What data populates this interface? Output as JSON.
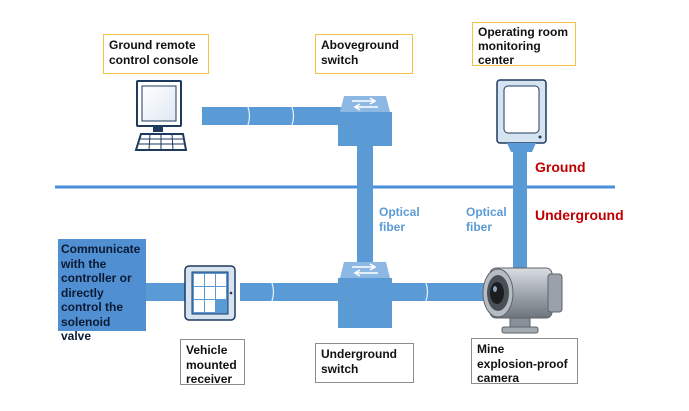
{
  "labels": {
    "ground_console": "Ground remote\ncontrol console",
    "aboveground_switch": "Aboveground\nswitch",
    "monitoring_center": "Operating room\nmonitoring\ncenter",
    "solenoid_text": "Communicate\nwith the\ncontroller or\ndirectly\ncontrol the\nsolenoid valve",
    "vehicle_receiver": "Vehicle\nmounted\nreceiver",
    "underground_switch": "Underground\nswitch",
    "camera": "Mine\nexplosion-proof\ncamera"
  },
  "fiber_labels": {
    "center": "Optical\nfiber",
    "right": "Optical\nfiber"
  },
  "zones": {
    "ground": "Ground",
    "underground": "Underground"
  },
  "colors": {
    "cable": "#5b9bd5",
    "divider": "#4a90d9",
    "zone_text": "#c00000",
    "fiber_text": "#5b9bd5",
    "box_border": "#f5c242"
  },
  "icons": [
    "monitor-icon",
    "keyboard-icon",
    "switch-icon",
    "display-icon",
    "tablet-icon",
    "camera-icon"
  ]
}
